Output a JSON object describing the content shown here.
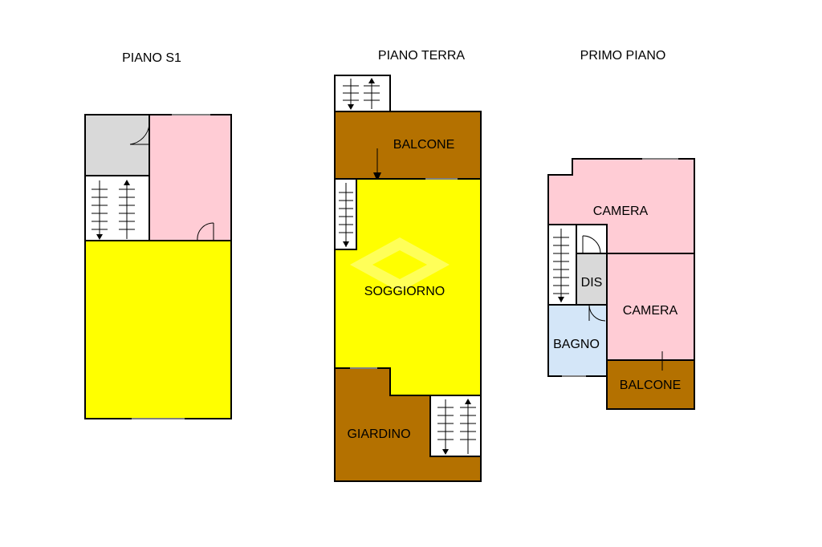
{
  "floors": [
    {
      "title": "PIANO S1"
    },
    {
      "title": "PIANO TERRA"
    },
    {
      "title": "PRIMO PIANO"
    }
  ],
  "rooms": {
    "balcone_terra": "BALCONE",
    "soggiorno": "SOGGIORNO",
    "giardino": "GIARDINO",
    "camera_1": "CAMERA",
    "dis": "DIS",
    "camera_2": "CAMERA",
    "bagno": "BAGNO",
    "balcone_primo": "BALCONE"
  },
  "colors": {
    "yellow": "#ffff00",
    "pink": "#ffccd5",
    "brown": "#b47100",
    "grey": "#d9d9d9",
    "blue": "#d4e6f8",
    "white": "#ffffff"
  }
}
